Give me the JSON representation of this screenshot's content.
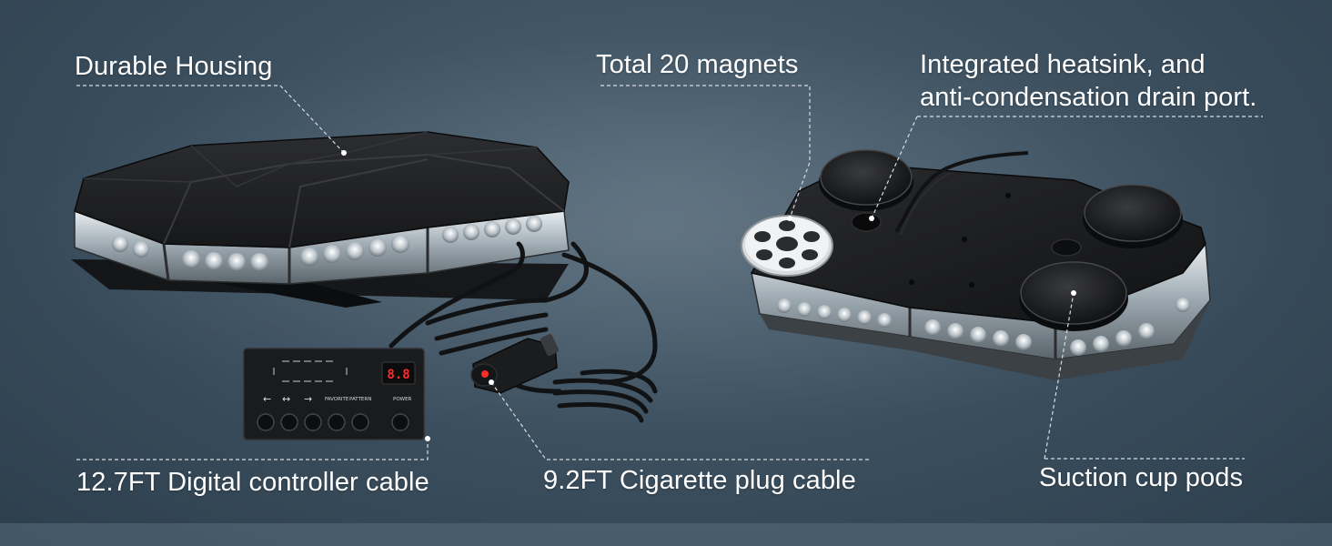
{
  "annotations": {
    "durable_housing": "Durable Housing",
    "total_magnets": "Total 20 magnets",
    "heatsink_line1": "Integrated heatsink, and",
    "heatsink_line2": "anti-condensation drain port.",
    "controller_cable": "12.7FT Digital controller cable",
    "cigarette_plug_cable": "9.2FT Cigarette plug cable",
    "suction_cup_pods": "Suction cup pods"
  },
  "controller": {
    "display_value": "8.8",
    "favorite_label": "FAVORITE",
    "pattern_label": "PATTERN",
    "power_label": "POWER"
  },
  "colors": {
    "background": "#3d5161",
    "housing": "#1c1d1f",
    "lens": "#c9d2d8",
    "display_red": "#ff2a2a",
    "text": "#ffffff"
  }
}
